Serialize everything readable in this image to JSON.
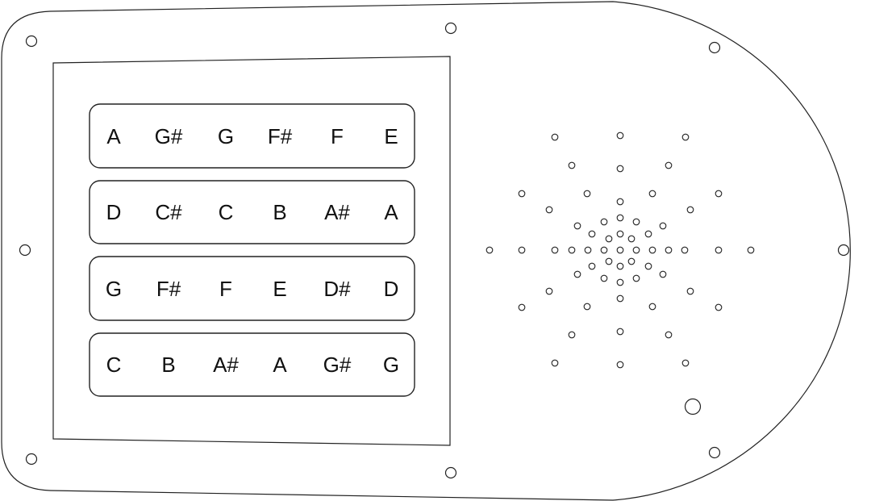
{
  "rows": [
    {
      "notes": [
        "A",
        "G#",
        "G",
        "F#",
        "F",
        "E"
      ]
    },
    {
      "notes": [
        "D",
        "C#",
        "C",
        "B",
        "A#",
        "A"
      ]
    },
    {
      "notes": [
        "G",
        "F#",
        "F",
        "E",
        "D#",
        "D"
      ]
    },
    {
      "notes": [
        "C",
        "B",
        "A#",
        "A",
        "G#",
        "G"
      ]
    }
  ]
}
